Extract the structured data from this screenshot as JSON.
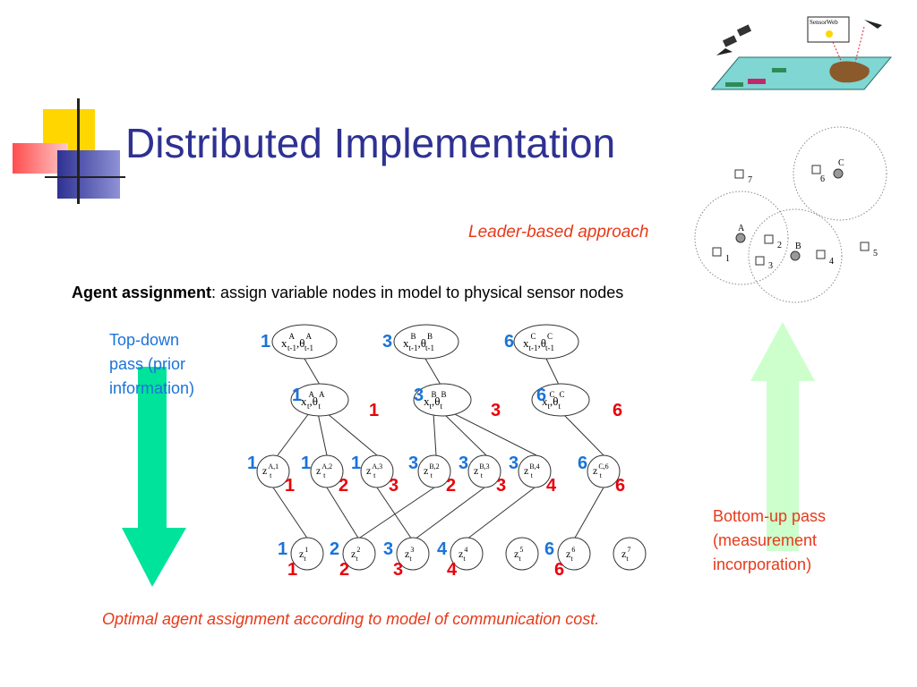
{
  "title": "Distributed Implementation",
  "logo_blocks": {
    "colors": [
      "#ffd600",
      "#ff4d4d",
      "#2e3192"
    ]
  },
  "sensorweb_inset": {
    "label": "SensorWeb"
  },
  "leader_caption": "Leader-based approach",
  "agent_assignment": {
    "bold": "Agent assignment",
    "rest": ": assign variable nodes in model to physical sensor nodes"
  },
  "top_down": {
    "line1": "Top-down",
    "line2": "pass (prior",
    "line3": "information)",
    "arrow_color": "#00e39a"
  },
  "bottom_up": {
    "line1": "Bottom-up pass",
    "line2": "(measurement",
    "line3": "incorporation)",
    "arrow_color": "#ccffcc"
  },
  "optimal_caption": "Optimal agent assignment according to model of communication cost.",
  "sensor_diagram": {
    "leaders": [
      {
        "letter": "A"
      },
      {
        "letter": "B"
      },
      {
        "letter": "C"
      }
    ],
    "sensors": [
      {
        "id": "1"
      },
      {
        "id": "2"
      },
      {
        "id": "3"
      },
      {
        "id": "4"
      },
      {
        "id": "5"
      },
      {
        "id": "6"
      },
      {
        "id": "7"
      }
    ]
  },
  "graph": {
    "prev_nodes": [
      {
        "sup": "A",
        "blue": "1"
      },
      {
        "sup": "B",
        "blue": "3"
      },
      {
        "sup": "C",
        "blue": "6"
      }
    ],
    "cur_nodes": [
      {
        "sup": "A",
        "blue": "1",
        "red": "1"
      },
      {
        "sup": "B",
        "blue": "3",
        "red": "3"
      },
      {
        "sup": "C",
        "blue": "6",
        "red": "6"
      }
    ],
    "obs_nodes": [
      {
        "sup": "A,1",
        "blue": "1",
        "red": "1"
      },
      {
        "sup": "A,2",
        "blue": "1",
        "red": "2"
      },
      {
        "sup": "A,3",
        "blue": "1",
        "red": "3"
      },
      {
        "sup": "B,2",
        "blue": "3",
        "red": "2"
      },
      {
        "sup": "B,3",
        "blue": "3",
        "red": "3"
      },
      {
        "sup": "B,4",
        "blue": "3",
        "red": "4"
      },
      {
        "sup": "C,6",
        "blue": "6",
        "red": "6"
      }
    ],
    "meas_nodes": [
      {
        "sup": "1",
        "blue": "1",
        "red": "1"
      },
      {
        "sup": "2",
        "blue": "2",
        "red": "2"
      },
      {
        "sup": "3",
        "blue": "3",
        "red": "3"
      },
      {
        "sup": "4",
        "blue": "4",
        "red": "4"
      },
      {
        "sup": "5",
        "blue": "",
        "red": ""
      },
      {
        "sup": "6",
        "blue": "6",
        "red": "6"
      },
      {
        "sup": "7",
        "blue": "",
        "red": ""
      }
    ],
    "blue_color": "#1a73d9",
    "red_color": "#e8000b"
  }
}
